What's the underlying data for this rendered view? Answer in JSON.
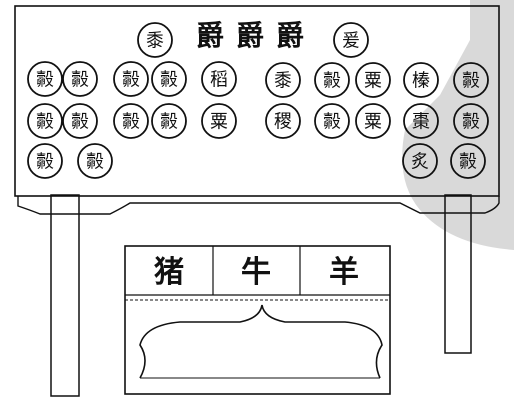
{
  "top_header": {
    "left_circle": "黍",
    "titles": [
      "爵",
      "爵",
      "爵"
    ],
    "right_circle": "爰"
  },
  "left_group": {
    "row1": [
      "㲉",
      "㲉",
      "㲉",
      "㲉",
      "稻"
    ],
    "row2": [
      "㲉",
      "㲉",
      "㲉",
      "㲉",
      "粟"
    ],
    "row3": [
      "㲉",
      "㲉"
    ]
  },
  "right_group": {
    "row1": [
      "黍",
      "㲉",
      "粟",
      "榛",
      "㲉"
    ],
    "row2": [
      "稷",
      "㲉",
      "粟",
      "棗",
      "㲉"
    ],
    "row3": [
      "炙",
      "㲉"
    ]
  },
  "lower_table": {
    "labels": [
      "猪",
      "牛",
      "羊"
    ]
  }
}
